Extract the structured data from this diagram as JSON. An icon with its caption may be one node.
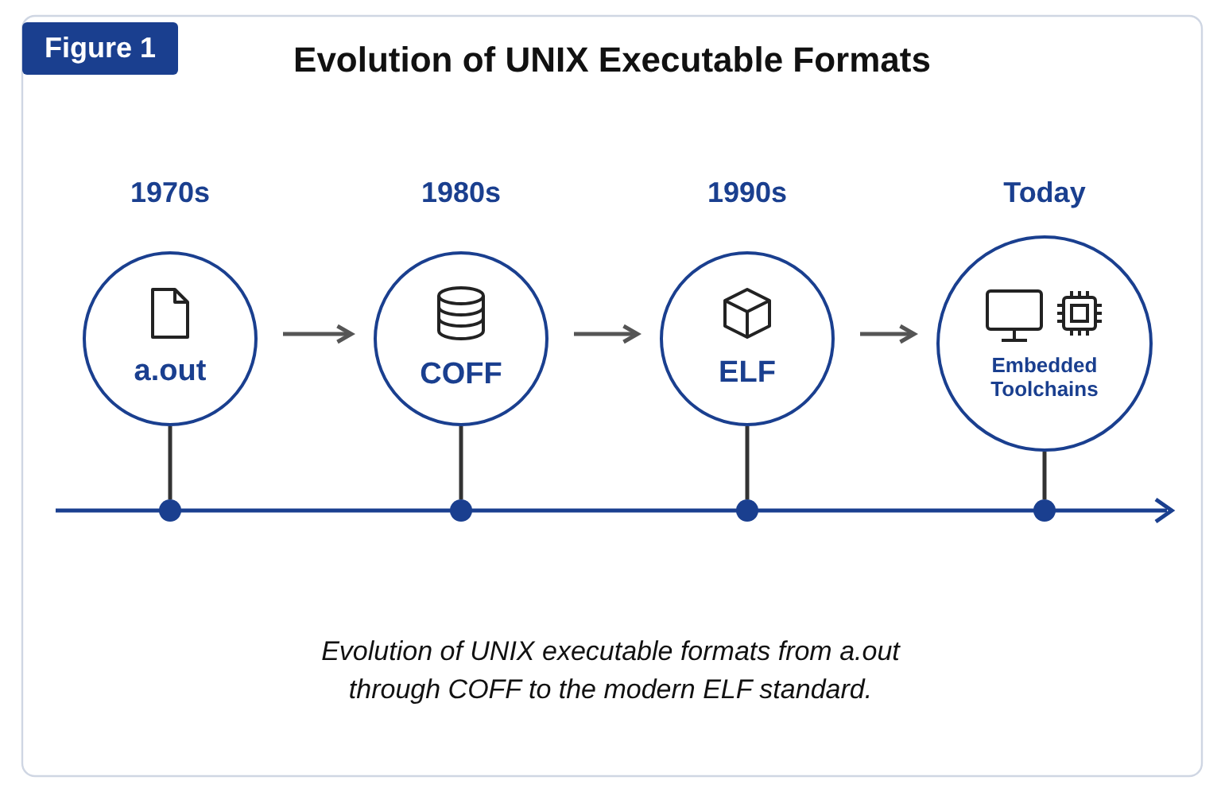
{
  "diagram": {
    "title": "Evolution of UNIX Executable Formats",
    "caption": "Evolution of UNIX executable formats from a.out through COFF to the modern ELF standard.",
    "nodes": [
      {
        "text": [
          "a.out"
        ],
        "beside": [
          "1970s"
        ]
      },
      {
        "text": [
          "COFF"
        ],
        "beside": [
          "1980s"
        ]
      },
      {
        "text": [
          "ELF"
        ],
        "beside": [
          "1990s"
        ]
      },
      {
        "text": [
          "Embedded Toolchains"
        ],
        "beside": [
          "Today"
        ]
      },
      {
        "text": [],
        "shape": "circle"
      },
      {
        "text": [],
        "shape": "circle"
      },
      {
        "text": [],
        "shape": "circle"
      },
      {
        "text": [],
        "shape": "circle"
      }
    ],
    "edges": [
      {
        "from": 0,
        "to": 1,
        "arrow": "to",
        "color": "#555555"
      },
      {
        "from": 1,
        "to": 2,
        "arrow": "to",
        "color": "#555555"
      },
      {
        "from": 2,
        "to": 3,
        "arrow": "to",
        "color": "#555555"
      },
      {
        "from": 0,
        "to": 4,
        "arrow": "none"
      },
      {
        "from": 1,
        "to": 5,
        "arrow": "none"
      },
      {
        "from": 2,
        "to": 6,
        "arrow": "none"
      },
      {
        "from": 3,
        "to": 7,
        "arrow": "none"
      }
    ],
    "labels": [
      "Figure 1"
    ]
  }
}
